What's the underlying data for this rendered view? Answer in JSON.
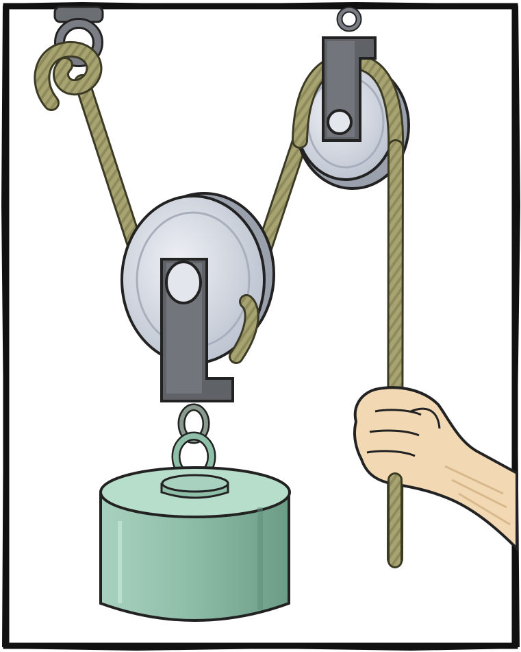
{
  "illustration": {
    "components": [
      "ceiling-anchor",
      "rope",
      "movable-pulley",
      "fixed-pulley",
      "hook-ring",
      "weight",
      "hand"
    ]
  },
  "colors": {
    "background": "#ffffff",
    "frame": "#111111",
    "rope": "#a7a472",
    "rope_dark": "#6f6c45",
    "sheave": "#d9dde6",
    "sheave_edge": "#a8aebb",
    "bracket": "#5f6368",
    "bracket_light": "#787c82",
    "weight": "#9cc7b4",
    "weight_dark": "#6f9f89",
    "skin": "#f2d9b3",
    "skin_shadow": "#d8b98e"
  }
}
